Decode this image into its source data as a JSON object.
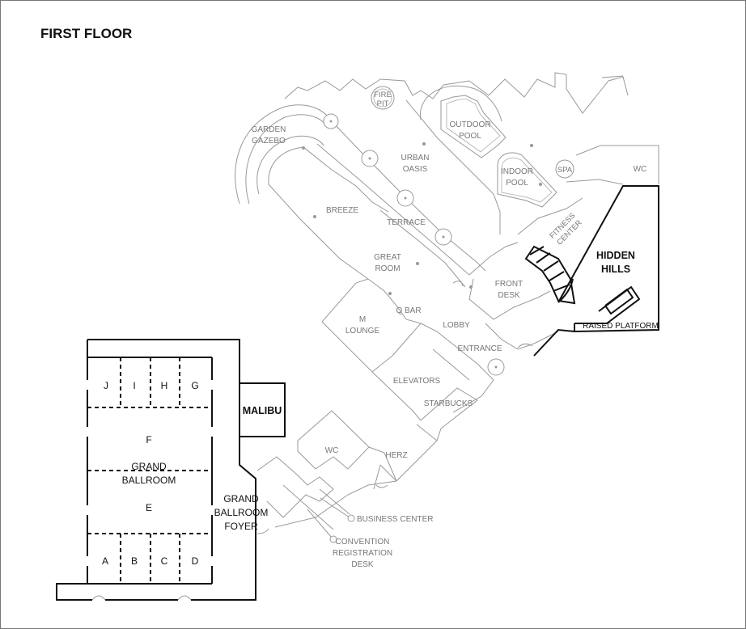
{
  "title": "FIRST FLOOR",
  "rooms": {
    "garden_gazebo": [
      "GARDEN",
      "GAZEBO"
    ],
    "fire_pit": [
      "FIRE",
      "PIT"
    ],
    "outdoor_pool": [
      "OUTDOOR",
      "POOL"
    ],
    "indoor_pool": [
      "INDOOR",
      "POOL"
    ],
    "spa": "SPA",
    "wc_top": "WC",
    "urban_oasis": [
      "URBAN",
      "OASIS"
    ],
    "breeze": "BREEZE",
    "terrace": "TERRACE",
    "fitness_center": [
      "FITNESS",
      "CENTER"
    ],
    "great_room": [
      "GREAT",
      "ROOM"
    ],
    "front_desk": [
      "FRONT",
      "DESK"
    ],
    "hidden_hills": [
      "HIDDEN",
      "HILLS"
    ],
    "raised_platform": "RAISED PLATFORM",
    "m_lounge": [
      "M",
      "LOUNGE"
    ],
    "q_bar": "Q BAR",
    "lobby": "LOBBY",
    "entrance": "ENTRANCE",
    "elevators": "ELEVATORS",
    "starbucks": "STARBUCKS",
    "wc_lower": "WC",
    "herz": "HERZ",
    "business_center": "BUSINESS CENTER",
    "convention_registration": [
      "CONVENTION",
      "REGISTRATION",
      "DESK"
    ],
    "malibu": "MALIBU",
    "grand_ballroom_foyer": [
      "GRAND",
      "BALLROOM",
      "FOYER"
    ],
    "grand_ballroom": [
      "GRAND",
      "BALLROOM"
    ],
    "ballroom_sections": {
      "top": [
        "J",
        "I",
        "H",
        "G"
      ],
      "middle_top": "F",
      "middle_bottom": "E",
      "bottom": [
        "A",
        "B",
        "C",
        "D"
      ]
    }
  }
}
